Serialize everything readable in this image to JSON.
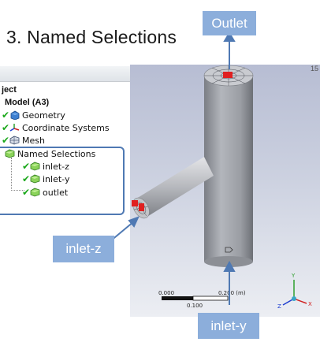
{
  "slide": {
    "title": "3.  Named Selections"
  },
  "tree": {
    "project_label": "ject",
    "model_label": "Model (A3)",
    "items": [
      {
        "label": "Geometry"
      },
      {
        "label": "Coordinate Systems"
      },
      {
        "label": "Mesh"
      },
      {
        "label": "Named Selections"
      }
    ],
    "named_selections": [
      {
        "label": "inlet-z"
      },
      {
        "label": "inlet-y"
      },
      {
        "label": "outlet"
      }
    ]
  },
  "callouts": {
    "outlet": "Outlet",
    "inlet_z": "inlet-z",
    "inlet_y": "inlet-y"
  },
  "viewport": {
    "corner_text": "15",
    "scale": {
      "left": "0.000",
      "right": "0.200 (m)",
      "mid": "0.100"
    },
    "triad": {
      "x": "X",
      "y": "Y",
      "z": "Z"
    }
  },
  "colors": {
    "callout_bg": "#8caedb",
    "highlight_box": "#4f79b3",
    "selection_red": "#e02020",
    "check_green": "#1aa81a"
  }
}
